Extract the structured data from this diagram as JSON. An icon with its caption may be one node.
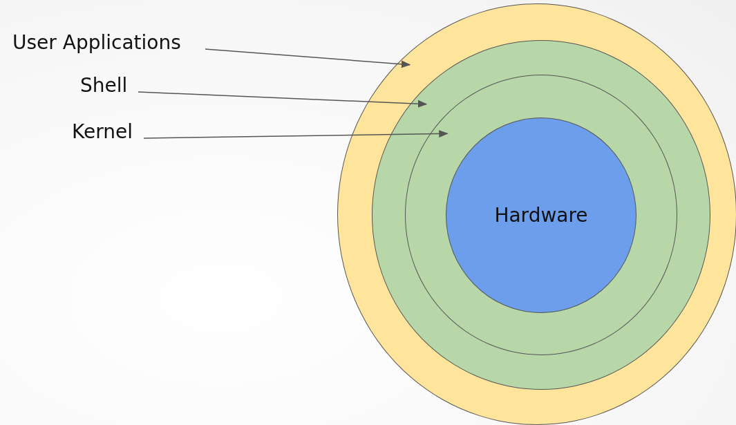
{
  "diagram": {
    "nodes": [
      {
        "text": [
          "User Applications"
        ]
      },
      {
        "text": [
          "Shell"
        ]
      },
      {
        "text": [
          "Kernel"
        ]
      },
      {
        "text": [],
        "shape": "circle"
      },
      {
        "text": [],
        "shape": "circle",
        "in": 3
      },
      {
        "text": [],
        "shape": "circle",
        "in": 4
      },
      {
        "text": [
          "Hardware"
        ],
        "in": 5
      }
    ],
    "edges": [
      {
        "from": 0,
        "to": 3,
        "arrow": "to"
      },
      {
        "from": 1,
        "to": 4,
        "arrow": "to"
      },
      {
        "from": 2,
        "to": 5,
        "arrow": "to"
      }
    ]
  }
}
